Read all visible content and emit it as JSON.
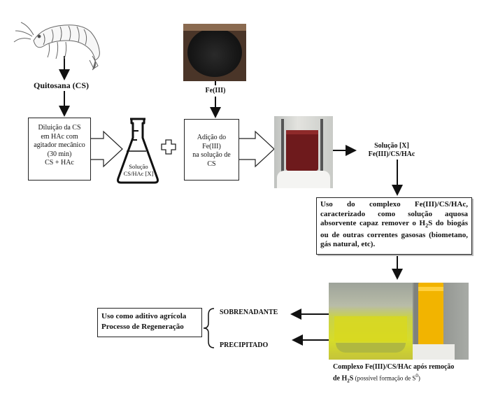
{
  "nodes": {
    "chitosan_label": "Quitosana (CS)",
    "iron_label": "Fe(III)",
    "dilution_box": {
      "line1": "Diluição da CS",
      "line2": "em HAc com",
      "line3": "agitador mecânico",
      "line4": "(30 min)",
      "line5": "CS +  HAc"
    },
    "flask_label": {
      "line1": "Solução",
      "line2": "CS/HAc  [X]"
    },
    "addition_box": {
      "line1": "Adição do",
      "line2": "Fe(III)",
      "line3": "na solução de",
      "line4": "CS"
    },
    "solution_label": {
      "line1": "Solução  [X]",
      "line2": "Fe(III)/CS/HAc"
    },
    "use_box": {
      "text_pre": "Uso do complexo Fe(III)/CS/HAc, caracterizado como solução aquosa absorvente capaz remover o H",
      "sub": "2",
      "text_post": "S do biogás ou de outras correntes gasosas (biometano, gás natural, etc)."
    },
    "supernatant_label": "SOBRENADANTE",
    "precipitate_label": "PRECIPITADO",
    "agri_box": {
      "line1": "Uso como aditivo agrícola",
      "line2": "Processo de Regeneração"
    },
    "caption": {
      "line1": "Complexo Fe(III)/CS/HAc após remoção",
      "line2_bold": "de H",
      "line2_sub": "2",
      "line2_bold2": "S",
      "line2_rest": " (possível formação de S",
      "line2_sup": "0",
      "line2_end": ")"
    }
  },
  "colors": {
    "line": "#111111",
    "red_solution": "#6e1a1c",
    "yellow_solution": "#d8d820",
    "orange_solution": "#f2b400",
    "black_powder": "#1c1c1c"
  }
}
